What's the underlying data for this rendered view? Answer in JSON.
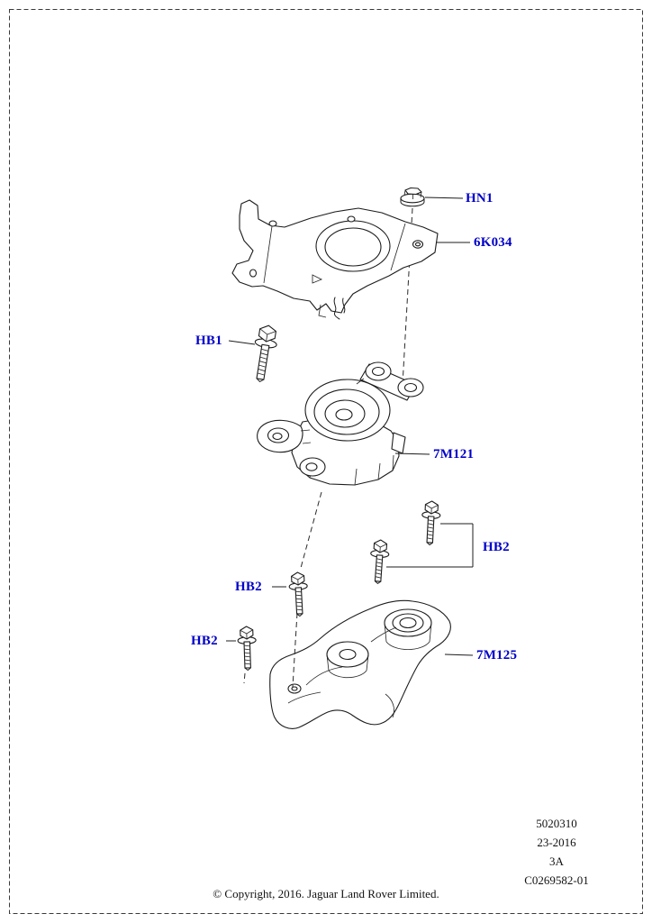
{
  "diagram": {
    "callouts": {
      "hn1": "HN1",
      "bracket_6k034": "6K034",
      "hb1": "HB1",
      "mount_7m121": "7M121",
      "hb2_pair": "HB2",
      "hb2_mid": "HB2",
      "hb2_left": "HB2",
      "bracket_7m125": "7M125"
    }
  },
  "doc_info": {
    "lines": [
      "5020310",
      "23-2016",
      "3A",
      "C0269582-01"
    ]
  },
  "footer": {
    "copyright": "© Copyright, 2016. Jaguar Land Rover Limited."
  },
  "colors": {
    "callout_blue": "#0000c8",
    "line_black": "#1c1c1c",
    "background": "#ffffff"
  }
}
